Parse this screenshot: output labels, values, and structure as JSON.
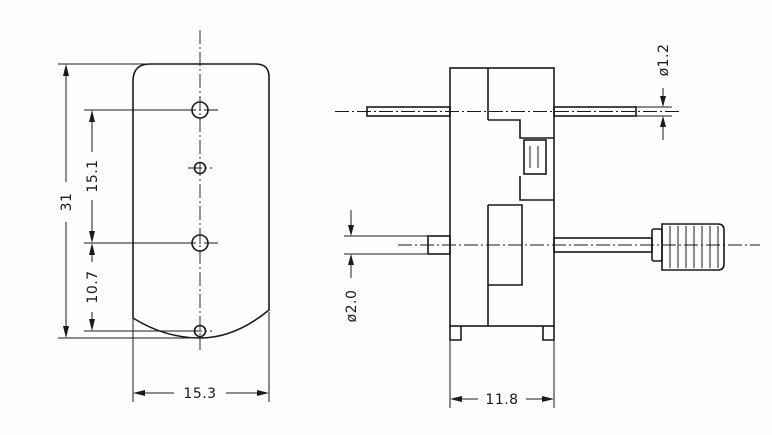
{
  "dimensions": {
    "front_height": "31",
    "hole_spacing": "15.1",
    "bottom_offset": "10.7",
    "front_width": "15.3",
    "side_width": "11.8",
    "shaft_diameter_top": "ø1.2",
    "shaft_diameter_bottom": "ø2.0"
  }
}
